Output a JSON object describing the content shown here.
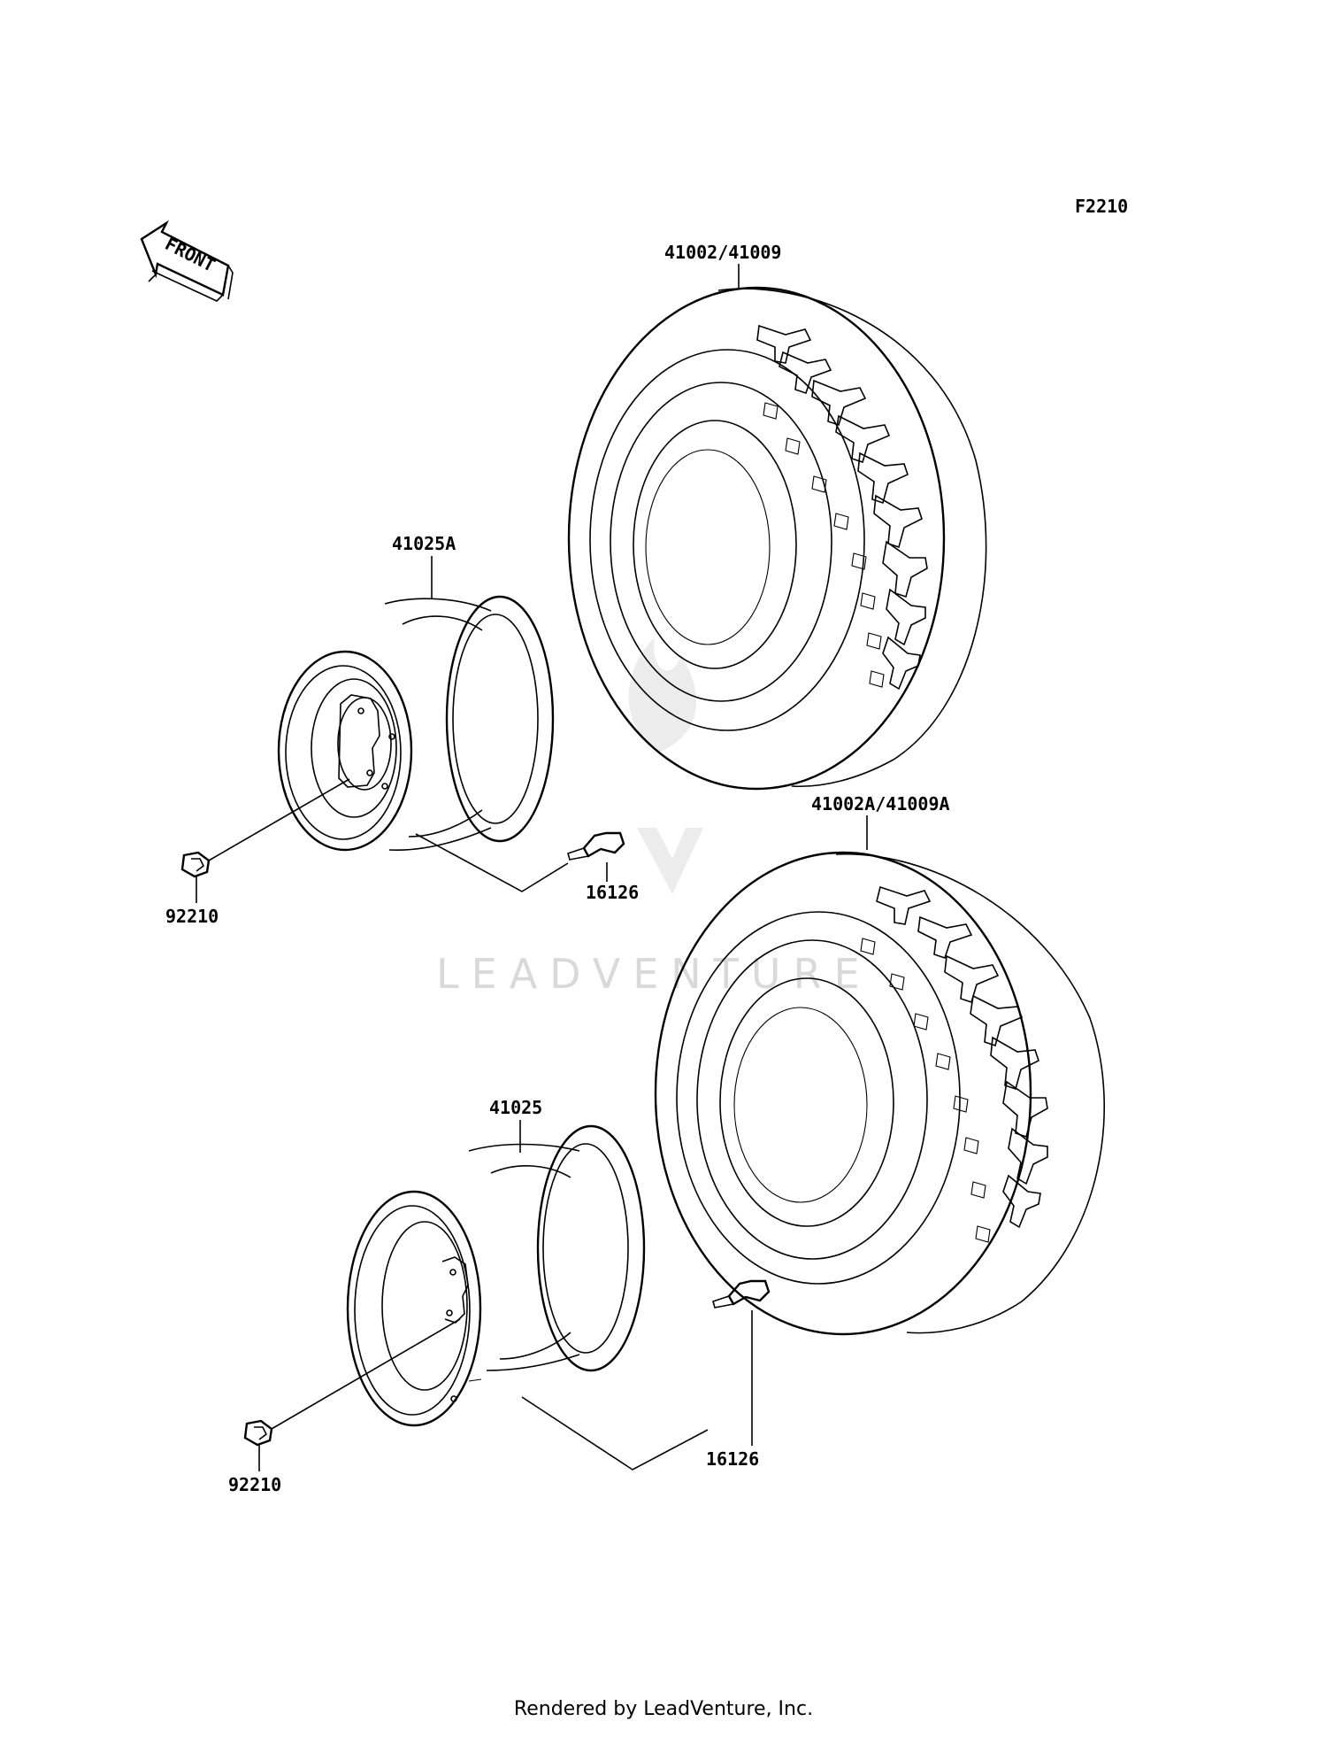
{
  "diagram_code": "F2210",
  "front_label": "FRONT",
  "watermark": "LEADVENTURE",
  "footer": "Rendered by LeadVenture, Inc.",
  "parts": {
    "front_tire": "41002/41009",
    "rear_tire": "41002A/41009A",
    "rear_wheel": "41025A",
    "front_wheel": "41025",
    "valve_upper": "16126",
    "valve_lower": "16126",
    "nut_upper": "92210",
    "nut_lower": "92210"
  }
}
